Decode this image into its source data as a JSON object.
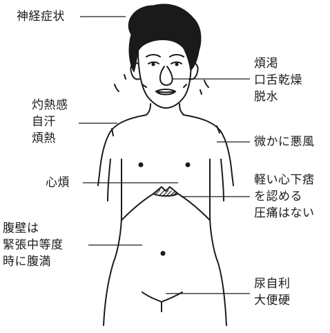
{
  "labels": {
    "neuro": [
      "神経症状"
    ],
    "irritability_thirst": [
      "煩渇",
      "口舌乾燥",
      "脱水"
    ],
    "burning_sweat_fever": [
      "灼熱感",
      "自汗",
      "煩熱"
    ],
    "chill": [
      "微かに悪風"
    ],
    "restlessness": [
      "心煩"
    ],
    "epigastric": [
      "軽い心下痞",
      "を認める",
      "圧痛はない"
    ],
    "abdominal_wall": [
      "腹壁は",
      "緊張中等度",
      "時に腹満"
    ],
    "urine_stool": [
      "尿自利",
      "大便硬"
    ]
  },
  "colors": {
    "ink": "#1a1a1a",
    "background": "#ffffff"
  }
}
